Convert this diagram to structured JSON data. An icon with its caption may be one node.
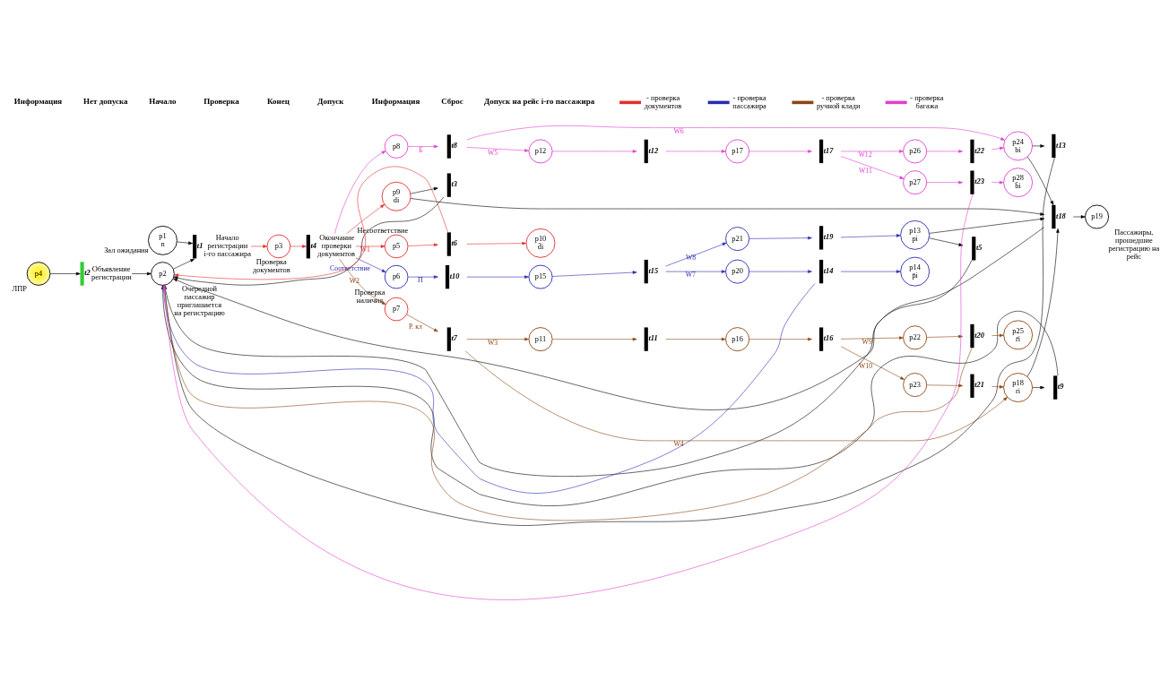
{
  "diagram": {
    "nodes": [
      {
        "text": [
          "p1",
          "n"
        ],
        "beside": [
          "Зал ожидания"
        ]
      },
      {
        "text": [
          "p2"
        ],
        "beside": [
          "Очередной пассажир приглашается на регистрацию"
        ]
      },
      {
        "text": [
          "p3"
        ],
        "beside": [
          "Проверка документов"
        ]
      },
      {
        "text": [
          "p4"
        ],
        "beside": [
          "ЛПР"
        ]
      },
      {
        "text": [
          "p5"
        ],
        "beside": [
          "Несоответствие"
        ]
      },
      {
        "text": [
          "p6"
        ],
        "beside": [
          "Проверка наличия"
        ]
      },
      {
        "text": [
          "p7"
        ]
      },
      {
        "text": [
          "p8"
        ]
      },
      {
        "text": [
          "p9",
          "di"
        ]
      },
      {
        "text": [
          "p10",
          "d̄i"
        ]
      },
      {
        "text": [
          "p11"
        ]
      },
      {
        "text": [
          "p12"
        ]
      },
      {
        "text": [
          "p13",
          "pi"
        ]
      },
      {
        "text": [
          "p14",
          "p̄i"
        ]
      },
      {
        "text": [
          "p15"
        ]
      },
      {
        "text": [
          "p16"
        ]
      },
      {
        "text": [
          "p17"
        ]
      },
      {
        "text": [
          "p18",
          "ri"
        ]
      },
      {
        "text": [
          "p19"
        ],
        "beside": [
          "Пассажиры, прошедшие регистрацию на рейс"
        ]
      },
      {
        "text": [
          "p20"
        ]
      },
      {
        "text": [
          "p21"
        ]
      },
      {
        "text": [
          "p22"
        ]
      },
      {
        "text": [
          "p23"
        ]
      },
      {
        "text": [
          "p24",
          "bi"
        ]
      },
      {
        "text": [
          "p25",
          "r̄i"
        ]
      },
      {
        "text": [
          "p26"
        ]
      },
      {
        "text": [
          "p27"
        ]
      },
      {
        "text": [
          "p28",
          "b̄i"
        ]
      },
      {
        "text": [
          "t1"
        ],
        "beside": [
          "Начало регистрации i-го пассажира"
        ]
      },
      {
        "text": [
          "t2"
        ],
        "beside": [
          "Объявление регистрации"
        ]
      },
      {
        "text": [
          "t3"
        ]
      },
      {
        "text": [
          "t4"
        ],
        "beside": [
          "Окончание проверки документов"
        ]
      },
      {
        "text": [
          "t5"
        ]
      },
      {
        "text": [
          "t6"
        ]
      },
      {
        "text": [
          "t7"
        ]
      },
      {
        "text": [
          "t8"
        ]
      },
      {
        "text": [
          "t9"
        ]
      },
      {
        "text": [
          "t10"
        ]
      },
      {
        "text": [
          "t11"
        ]
      },
      {
        "text": [
          "t12"
        ]
      },
      {
        "text": [
          "t13"
        ]
      },
      {
        "text": [
          "t14"
        ]
      },
      {
        "text": [
          "t15"
        ]
      },
      {
        "text": [
          "t16"
        ]
      },
      {
        "text": [
          "t17"
        ]
      },
      {
        "text": [
          "t18"
        ]
      },
      {
        "text": [
          "t19"
        ]
      },
      {
        "text": [
          "t20"
        ]
      },
      {
        "text": [
          "t21"
        ]
      },
      {
        "text": [
          "t22"
        ]
      },
      {
        "text": [
          "t23"
        ]
      }
    ],
    "edges": [
      {
        "from": 0,
        "to": 28,
        "arrow": "to"
      },
      {
        "from": 1,
        "to": 28,
        "arrow": "to"
      },
      {
        "from": 3,
        "to": 29,
        "arrow": "to"
      },
      {
        "from": 29,
        "to": 1,
        "arrow": "to"
      },
      {
        "from": 28,
        "to": 2,
        "arrow": "to",
        "color": "#e0302f"
      },
      {
        "from": 2,
        "to": 31,
        "arrow": "to",
        "color": "#e0302f"
      },
      {
        "from": 31,
        "to": 4,
        "arrow": "to",
        "label": "W1",
        "color": "#e0302f"
      },
      {
        "from": 31,
        "to": 5,
        "arrow": "to",
        "label": "Соответствие",
        "color": "#2a2ab0"
      },
      {
        "from": 31,
        "to": 6,
        "arrow": "to",
        "label": "W2",
        "color": "#8b4513"
      },
      {
        "from": 31,
        "to": 7,
        "arrow": "to",
        "color": "#e040d0"
      },
      {
        "from": 31,
        "to": 8,
        "arrow": "to",
        "color": "#e0302f"
      },
      {
        "from": 4,
        "to": 33,
        "arrow": "to",
        "color": "#e0302f"
      },
      {
        "from": 33,
        "to": 9,
        "arrow": "to",
        "color": "#e0302f"
      },
      {
        "from": 33,
        "to": 1,
        "arrow": "to",
        "color": "#e0302f"
      },
      {
        "from": 5,
        "to": 37,
        "arrow": "to",
        "label": "П",
        "color": "#2a2ab0"
      },
      {
        "from": 37,
        "to": 14,
        "arrow": "to",
        "color": "#2a2ab0"
      },
      {
        "from": 14,
        "to": 42,
        "arrow": "to",
        "color": "#2a2ab0"
      },
      {
        "from": 42,
        "to": 19,
        "arrow": "to",
        "label": "W7",
        "color": "#2a2ab0"
      },
      {
        "from": 42,
        "to": 20,
        "arrow": "to",
        "label": "W8",
        "color": "#2a2ab0"
      },
      {
        "from": 19,
        "to": 41,
        "arrow": "to",
        "color": "#2a2ab0"
      },
      {
        "from": 41,
        "to": 13,
        "arrow": "to",
        "color": "#2a2ab0"
      },
      {
        "from": 41,
        "to": 1,
        "arrow": "to",
        "color": "#2a2ab0"
      },
      {
        "from": 20,
        "to": 46,
        "arrow": "to",
        "color": "#2a2ab0"
      },
      {
        "from": 46,
        "to": 12,
        "arrow": "to",
        "color": "#2a2ab0"
      },
      {
        "from": 6,
        "to": 34,
        "arrow": "to",
        "label": "Р. кл",
        "color": "#8b4513"
      },
      {
        "from": 34,
        "to": 10,
        "arrow": "to",
        "label": "W3",
        "color": "#8b4513"
      },
      {
        "from": 34,
        "to": 17,
        "arrow": "to",
        "label": "W4",
        "color": "#8b4513"
      },
      {
        "from": 10,
        "to": 38,
        "arrow": "to",
        "color": "#8b4513"
      },
      {
        "from": 38,
        "to": 15,
        "arrow": "to",
        "color": "#8b4513"
      },
      {
        "from": 15,
        "to": 43,
        "arrow": "to",
        "color": "#8b4513"
      },
      {
        "from": 43,
        "to": 21,
        "arrow": "to",
        "label": "W9",
        "color": "#8b4513"
      },
      {
        "from": 43,
        "to": 22,
        "arrow": "to",
        "label": "W10",
        "color": "#8b4513"
      },
      {
        "from": 21,
        "to": 47,
        "arrow": "to",
        "color": "#8b4513"
      },
      {
        "from": 47,
        "to": 24,
        "arrow": "to",
        "color": "#8b4513"
      },
      {
        "from": 47,
        "to": 1,
        "arrow": "to",
        "color": "#8b4513"
      },
      {
        "from": 22,
        "to": 48,
        "arrow": "to",
        "color": "#8b4513"
      },
      {
        "from": 48,
        "to": 17,
        "arrow": "to",
        "color": "#8b4513"
      },
      {
        "from": 7,
        "to": 35,
        "arrow": "to",
        "label": "Б",
        "color": "#e040d0"
      },
      {
        "from": 35,
        "to": 11,
        "arrow": "to",
        "label": "W5",
        "color": "#e040d0"
      },
      {
        "from": 35,
        "to": 23,
        "arrow": "to",
        "label": "W6",
        "color": "#e040d0"
      },
      {
        "from": 11,
        "to": 39,
        "arrow": "to",
        "color": "#e040d0"
      },
      {
        "from": 39,
        "to": 16,
        "arrow": "to",
        "color": "#e040d0"
      },
      {
        "from": 16,
        "to": 44,
        "arrow": "to",
        "color": "#e040d0"
      },
      {
        "from": 44,
        "to": 26,
        "arrow": "to",
        "label": "W11",
        "color": "#e040d0"
      },
      {
        "from": 44,
        "to": 25,
        "arrow": "to",
        "label": "W12",
        "color": "#e040d0"
      },
      {
        "from": 26,
        "to": 50,
        "arrow": "to",
        "color": "#e040d0"
      },
      {
        "from": 50,
        "to": 27,
        "arrow": "to",
        "color": "#e040d0"
      },
      {
        "from": 50,
        "to": 1,
        "arrow": "to",
        "color": "#e040d0"
      },
      {
        "from": 25,
        "to": 49,
        "arrow": "to",
        "color": "#e040d0"
      },
      {
        "from": 49,
        "to": 23,
        "arrow": "to",
        "color": "#e040d0"
      },
      {
        "from": 8,
        "to": 45,
        "arrow": "to"
      },
      {
        "from": 12,
        "to": 45,
        "arrow": "to"
      },
      {
        "from": 17,
        "to": 45,
        "arrow": "to"
      },
      {
        "from": 23,
        "to": 45,
        "arrow": "to"
      },
      {
        "from": 45,
        "to": 18,
        "arrow": "to"
      },
      {
        "from": 45,
        "to": 1,
        "arrow": "to"
      },
      {
        "from": 8,
        "to": 30,
        "arrow": "to"
      },
      {
        "from": 12,
        "to": 32,
        "arrow": "to"
      },
      {
        "from": 17,
        "to": 36,
        "arrow": "to"
      },
      {
        "from": 23,
        "to": 40,
        "arrow": "to"
      },
      {
        "from": 30,
        "to": 1,
        "arrow": "to"
      },
      {
        "from": 32,
        "to": 1,
        "arrow": "to"
      },
      {
        "from": 36,
        "to": 1,
        "arrow": "to"
      },
      {
        "from": 40,
        "to": 1,
        "arrow": "to"
      }
    ],
    "labels": [
      "Информация",
      "Нет допуска",
      "Начало",
      "Проверка",
      "Конец",
      "Допуск",
      "Информация",
      "Сброс",
      "Допуск на рейс i-го пассажира"
    ],
    "legend": [
      {
        "text": "- проверка документов",
        "color": "#e0302f"
      },
      {
        "text": "- проверка пассажира",
        "color": "#2a2ab0"
      },
      {
        "text": "- проверка ручной клади",
        "color": "#8b4513"
      },
      {
        "text": "- проверка багажа",
        "color": "#e040d0"
      }
    ]
  }
}
